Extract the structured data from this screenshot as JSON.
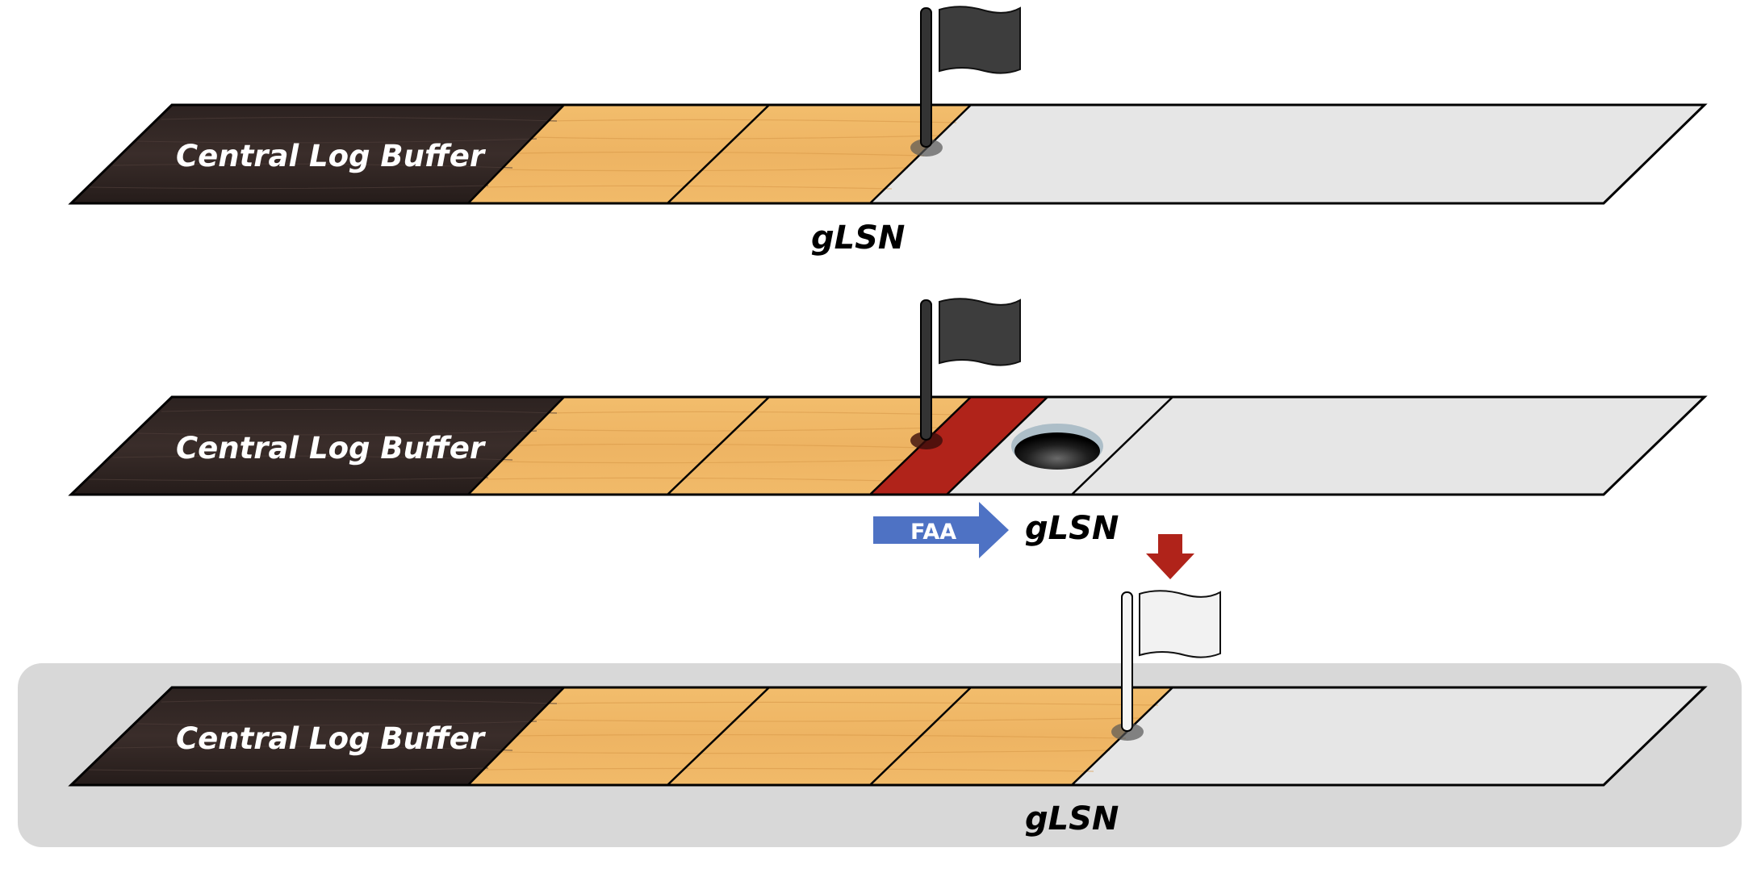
{
  "rows": [
    {
      "id": "row-1",
      "buffer_label": "Central Log Buffer",
      "pointer_label": "gLSN",
      "filled_slots": 2,
      "flag": "dark"
    },
    {
      "id": "row-2",
      "buffer_label": "Central Log Buffer",
      "pointer_label": "gLSN",
      "filled_slots": 2,
      "reserved_slots": 1,
      "flag": "dark",
      "operation_label": "FAA"
    },
    {
      "id": "row-3",
      "buffer_label": "Central Log Buffer",
      "pointer_label": "gLSN",
      "filled_slots": 3,
      "flag": "white",
      "highlighted": true
    }
  ],
  "colors": {
    "dark_wood": "#2f2422",
    "light_wood": "#f0b866",
    "empty": "#e6e6e6",
    "reserved": "#b0231a",
    "faa_arrow": "#4e72c4",
    "down_arrow": "#b0231a",
    "highlight_panel": "#d8d8d8",
    "dark_flag": "#3d3d3d",
    "white_flag": "#f2f2f2"
  },
  "icons": {
    "flag": "flag-icon",
    "hole": "hole-icon",
    "arrow_right": "arrow-right-icon",
    "arrow_down": "arrow-down-icon"
  }
}
